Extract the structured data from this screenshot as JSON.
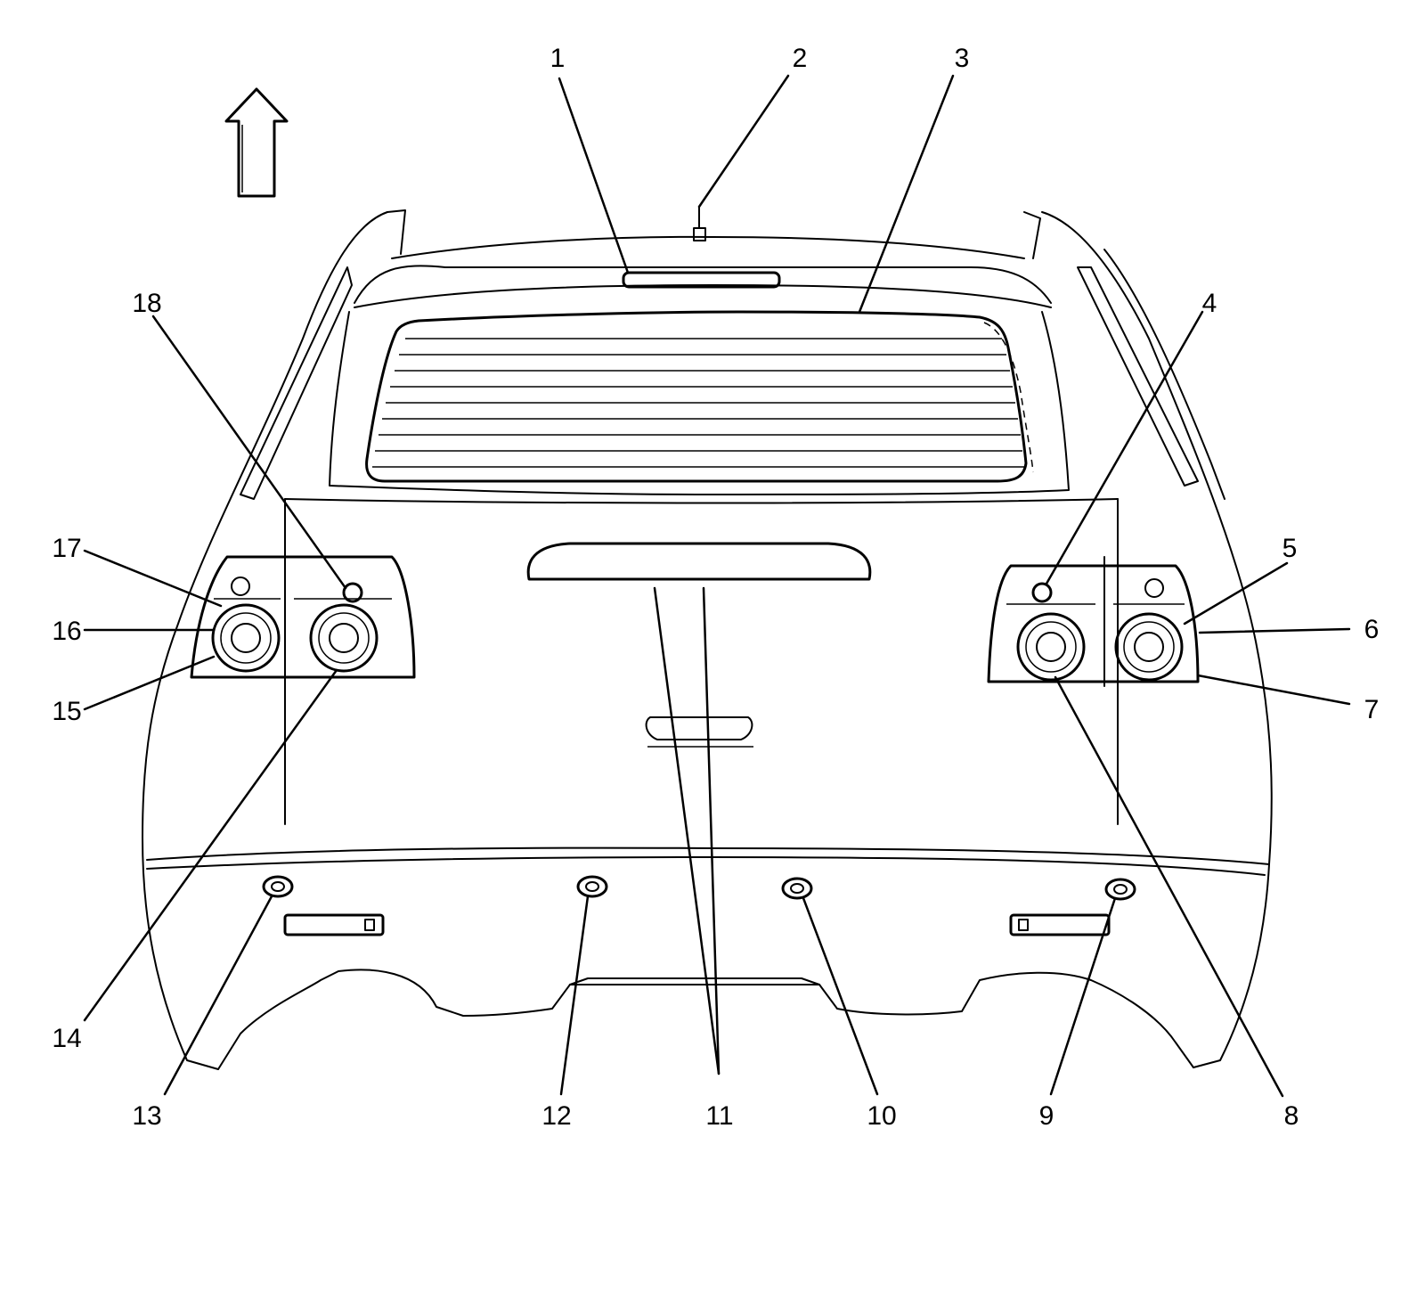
{
  "callouts": [
    {
      "id": "1",
      "label": "1"
    },
    {
      "id": "2",
      "label": "2"
    },
    {
      "id": "3",
      "label": "3"
    },
    {
      "id": "4",
      "label": "4"
    },
    {
      "id": "5",
      "label": "5"
    },
    {
      "id": "6",
      "label": "6"
    },
    {
      "id": "7",
      "label": "7"
    },
    {
      "id": "8",
      "label": "8"
    },
    {
      "id": "9",
      "label": "9"
    },
    {
      "id": "10",
      "label": "10"
    },
    {
      "id": "11",
      "label": "11"
    },
    {
      "id": "12",
      "label": "12"
    },
    {
      "id": "13",
      "label": "13"
    },
    {
      "id": "14",
      "label": "14"
    },
    {
      "id": "15",
      "label": "15"
    },
    {
      "id": "16",
      "label": "16"
    },
    {
      "id": "17",
      "label": "17"
    },
    {
      "id": "18",
      "label": "18"
    }
  ],
  "icons": {
    "forward_arrow": "up-arrow-icon"
  }
}
